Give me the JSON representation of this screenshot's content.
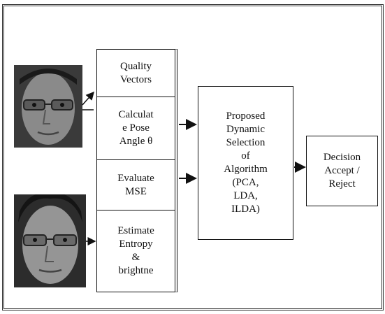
{
  "diagram": {
    "input_column": [
      {
        "label": "Quality\nVectors"
      },
      {
        "label": "Calculat\ne Pose\nAngle θ"
      },
      {
        "label": "Evaluate\nMSE"
      },
      {
        "label": "Estimate\nEntropy\n&\nbrightne"
      }
    ],
    "algorithm_box": {
      "label": "Proposed\nDynamic\nSelection\nof\nAlgorithm\n(PCA,\nLDA,\nILDA)"
    },
    "decision_box": {
      "label": "Decision\nAccept /\nReject"
    },
    "faces": [
      {
        "icon": "face-photo-icon"
      },
      {
        "icon": "face-photo-icon"
      }
    ],
    "colors": {
      "line": "#111111",
      "background": "#ffffff"
    }
  }
}
